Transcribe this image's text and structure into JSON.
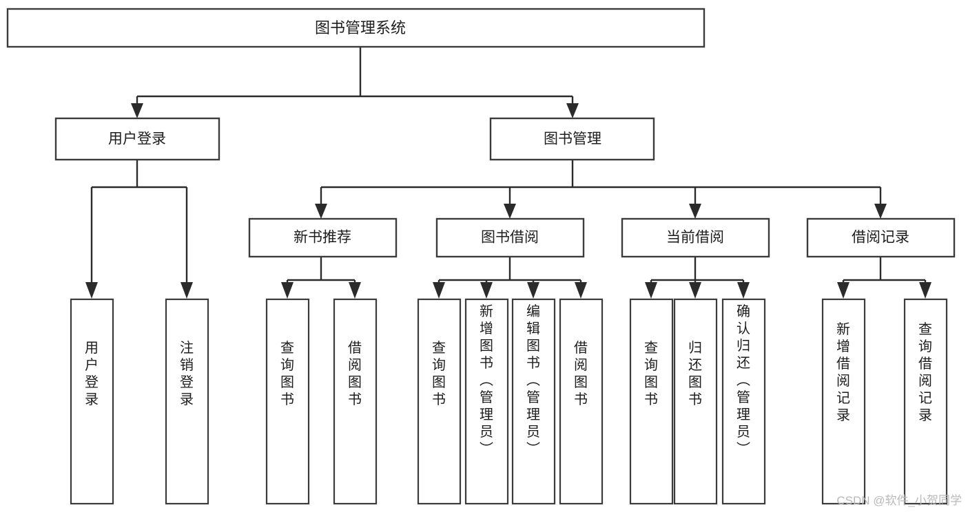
{
  "diagram": {
    "title": "图书管理系统",
    "type": "tree-hierarchy-chart",
    "root": {
      "id": "root",
      "label": "图书管理系统"
    },
    "level2": [
      {
        "id": "user-login",
        "label": "用户登录"
      },
      {
        "id": "book-manage",
        "label": "图书管理"
      }
    ],
    "level3": [
      {
        "id": "new-book-recommend",
        "label": "新书推荐",
        "parent": "book-manage"
      },
      {
        "id": "book-borrow",
        "label": "图书借阅",
        "parent": "book-manage"
      },
      {
        "id": "current-borrow",
        "label": "当前借阅",
        "parent": "book-manage"
      },
      {
        "id": "borrow-record",
        "label": "借阅记录",
        "parent": "book-manage"
      }
    ],
    "leaves": [
      {
        "id": "leaf-user-login",
        "label": "用户登录",
        "parent": "user-login"
      },
      {
        "id": "leaf-logout-login",
        "label": "注销登录",
        "parent": "user-login"
      },
      {
        "id": "leaf-query-book-1",
        "label": "查询图书",
        "parent": "new-book-recommend"
      },
      {
        "id": "leaf-borrow-book-1",
        "label": "借阅图书",
        "parent": "new-book-recommend"
      },
      {
        "id": "leaf-query-book-2",
        "label": "查询图书",
        "parent": "book-borrow"
      },
      {
        "id": "leaf-add-book",
        "label": "新增图书（管理员）",
        "parent": "book-borrow"
      },
      {
        "id": "leaf-edit-book",
        "label": "编辑图书（管理员）",
        "parent": "book-borrow"
      },
      {
        "id": "leaf-borrow-book-2",
        "label": "借阅图书",
        "parent": "book-borrow"
      },
      {
        "id": "leaf-query-book-3",
        "label": "查询图书",
        "parent": "current-borrow"
      },
      {
        "id": "leaf-return-book",
        "label": "归还图书",
        "parent": "current-borrow"
      },
      {
        "id": "leaf-confirm-return",
        "label": "确认归还（管理员）",
        "parent": "current-borrow"
      },
      {
        "id": "leaf-add-record",
        "label": "新增借阅记录",
        "parent": "borrow-record"
      },
      {
        "id": "leaf-query-record",
        "label": "查询借阅记录",
        "parent": "borrow-record"
      }
    ],
    "watermark": "CSDN @软件_小贺同学",
    "colors": {
      "box_stroke": "#3b3b3b",
      "connector": "#2b2b2b",
      "text": "#1d1d1d",
      "background": "#ffffff",
      "watermark": "#b9b9b9"
    }
  }
}
